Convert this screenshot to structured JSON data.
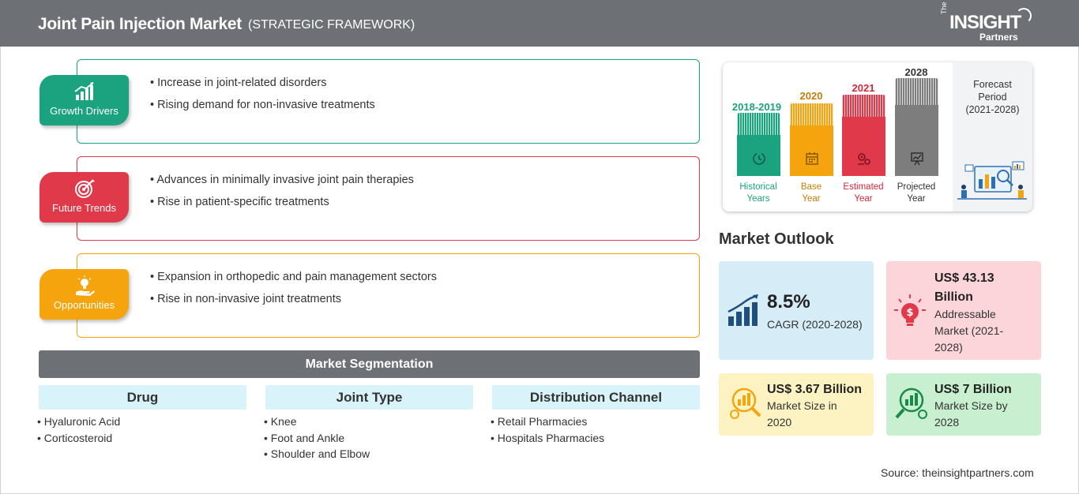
{
  "header": {
    "title": "Joint Pain Injection Market",
    "subtitle": "(STRATEGIC FRAMEWORK)",
    "logo_the": "The",
    "logo_insight": "INSIGHT",
    "logo_partners": "Partners"
  },
  "framework": [
    {
      "label": "Growth Drivers",
      "color": "#1ba37f",
      "icon": "growth-chart-icon",
      "items": [
        "Increase in joint-related disorders",
        "Rising demand for non-invasive treatments"
      ]
    },
    {
      "label": "Future Trends",
      "color": "#e0394a",
      "icon": "target-icon",
      "items": [
        "Advances in minimally invasive joint pain therapies",
        "Rise in patient-specific treatments"
      ]
    },
    {
      "label": "Opportunities",
      "color": "#f5a40d",
      "icon": "lightbulb-hand-icon",
      "items": [
        "Expansion in orthopedic and pain management sectors",
        "Rise in non-invasive joint treatments"
      ]
    }
  ],
  "segmentation": {
    "title": "Market Segmentation",
    "columns": [
      {
        "heading": "Drug",
        "items": [
          "Hyaluronic Acid",
          "Corticosteroid"
        ]
      },
      {
        "heading": "Joint Type",
        "items": [
          "Knee",
          "Foot and Ankle",
          "Shoulder and Elbow"
        ]
      },
      {
        "heading": "Distribution Channel",
        "items": [
          "Retail Pharmacies",
          "Hospitals Pharmacies"
        ]
      }
    ]
  },
  "timeline": {
    "bars": [
      {
        "year": "2018-2019",
        "label_line1": "Historical",
        "label_line2": "Years",
        "color": "#1ba37f",
        "icon": "history-icon"
      },
      {
        "year": "2020",
        "label_line1": "Base",
        "label_line2": "Year",
        "color": "#f5a40d",
        "icon": "calendar-icon"
      },
      {
        "year": "2021",
        "label_line1": "Estimated",
        "label_line2": "Year",
        "color": "#e0394a",
        "icon": "estimate-gears-icon"
      },
      {
        "year": "2028",
        "label_line1": "Projected",
        "label_line2": "Year",
        "color": "#7d7d7d",
        "icon": "projection-board-icon"
      }
    ],
    "forecast_line1": "Forecast",
    "forecast_line2": "Period",
    "forecast_range": "(2021-2028)"
  },
  "outlook": {
    "title": "Market Outlook",
    "cards": [
      {
        "value": "8.5%",
        "desc": "CAGR (2020-2028)",
        "bg": "#d6ecf6",
        "icon": "bar-growth-icon"
      },
      {
        "value_line1": "US$ 43.13",
        "value_line2": "Billion",
        "desc_line1": "Addressable",
        "desc_line2": "Market (2021-",
        "desc_line3": "2028)",
        "bg": "#fbd5da",
        "icon": "dollar-bulb-icon"
      },
      {
        "value": "US$ 3.67 Billion",
        "desc_line1": "Market Size in",
        "desc_line2": "2020",
        "bg": "#fdf3c2",
        "icon": "money-magnifier-icon"
      },
      {
        "value": "US$ 7 Billion",
        "desc_line1": "Market Size by",
        "desc_line2": "2028",
        "bg": "#c8efcf",
        "icon": "growth-magnifier-icon"
      }
    ]
  },
  "source": "Source: theinsightpartners.com"
}
